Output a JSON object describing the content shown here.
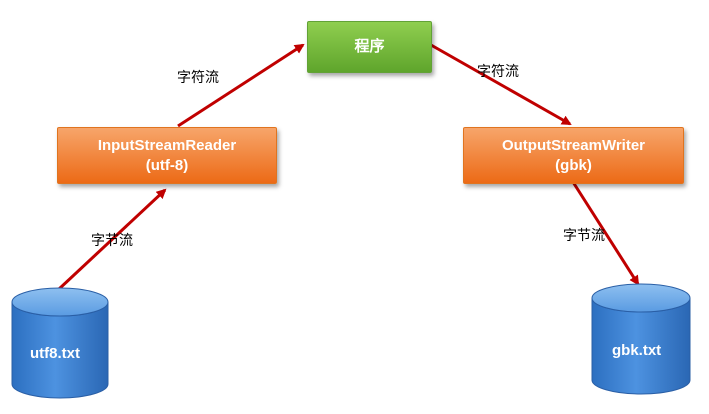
{
  "nodes": {
    "program": {
      "label": "程序"
    },
    "reader": {
      "line1": "InputStreamReader",
      "line2": "(utf-8)"
    },
    "writer": {
      "line1": "OutputStreamWriter",
      "line2": "(gbk)"
    },
    "source_file": {
      "label": "utf8.txt"
    },
    "target_file": {
      "label": "gbk.txt"
    }
  },
  "edges": {
    "file_to_reader": {
      "label": "字节流"
    },
    "reader_to_program": {
      "label": "字符流"
    },
    "program_to_writer": {
      "label": "字符流"
    },
    "writer_to_file": {
      "label": "字节流"
    }
  },
  "colors": {
    "arrow": "#c00000",
    "program_box": "#6fb83c",
    "stream_box": "#f0782a",
    "cylinder": "#3f86d6"
  }
}
